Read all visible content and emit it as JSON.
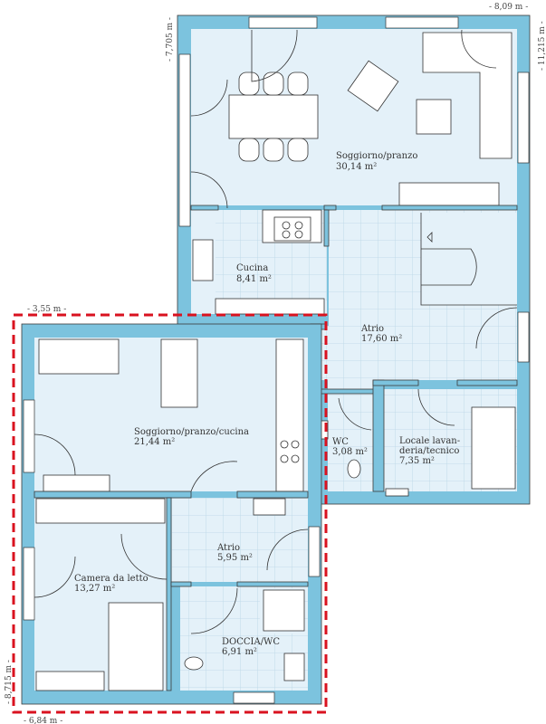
{
  "dimensions": {
    "top_width": "- 8,09 m -",
    "right_height": "- 11,215 m -",
    "upper_left_height": "- 7,705 m -",
    "lower_top_width": "- 3,55 m -",
    "lower_left_height": "- 8,715 m -",
    "lower_bottom_width": "- 6,84 m -"
  },
  "rooms": {
    "soggiorno_pranzo": {
      "name": "Soggiorno/pranzo",
      "area": "30,14 m²"
    },
    "cucina": {
      "name": "Cucina",
      "area": "8,41 m²"
    },
    "atrio_main": {
      "name": "Atrio",
      "area": "17,60 m²"
    },
    "wc": {
      "name": "WC",
      "area": "3,08 m²"
    },
    "locale": {
      "name_line1": "Locale lavan-",
      "name_line2": "deria/tecnico",
      "area": "7,35 m²"
    },
    "soggiorno_pranzo_cucina": {
      "name": "Soggiorno/pranzo/cucina",
      "area": "21,44 m²"
    },
    "atrio_lower": {
      "name": "Atrio",
      "area": "5,95 m²"
    },
    "camera": {
      "name": "Camera da letto",
      "area": "13,27 m²"
    },
    "doccia": {
      "name": "DOCCIA/WC",
      "area": "6,91 m²"
    }
  },
  "colors": {
    "wall": "#7cc3de",
    "floor": "#e4f1f9",
    "highlight": "#d9121f"
  }
}
